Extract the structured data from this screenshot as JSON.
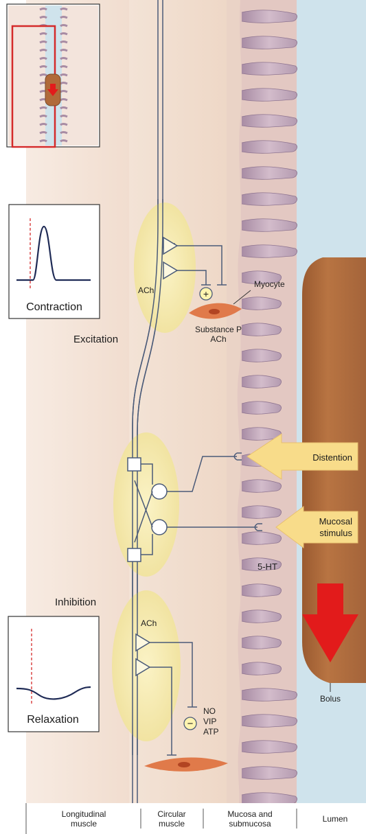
{
  "labels": {
    "contraction": "Contraction",
    "relaxation": "Relaxation",
    "excitation": "Excitation",
    "inhibition": "Inhibition",
    "ach_top": "ACh",
    "ach_bottom": "ACh",
    "myocyte": "Myocyte",
    "substance_p": "Substance P",
    "ach_sub": "ACh",
    "distention": "Distention",
    "mucosal_line1": "Mucosal",
    "mucosal_line2": "stimulus",
    "five_ht": "5-HT",
    "bolus": "Bolus",
    "no": "NO",
    "vip": "VIP",
    "atp": "ATP"
  },
  "layers": [
    {
      "line1": "Longitudinal",
      "line2": "muscle"
    },
    {
      "line1": "Circular",
      "line2": "muscle"
    },
    {
      "line1": "Mucosa and",
      "line2": "submucosa"
    },
    {
      "line1": "Lumen",
      "line2": ""
    }
  ],
  "symbols": {
    "excitatory_sign": "+",
    "inhibitory_sign": "−"
  },
  "colors": {
    "nerve": "#4a5a78",
    "ganglion": "#f4e9a8",
    "bolus": "#b06a3a",
    "red_arrow": "#e21b1b",
    "stimulus_arrow": "#f8dc8a",
    "myocyte": "#e07a4a",
    "curve": "#1e2a55",
    "lumen": "#cfe3ec",
    "villi": "#b89aae"
  }
}
